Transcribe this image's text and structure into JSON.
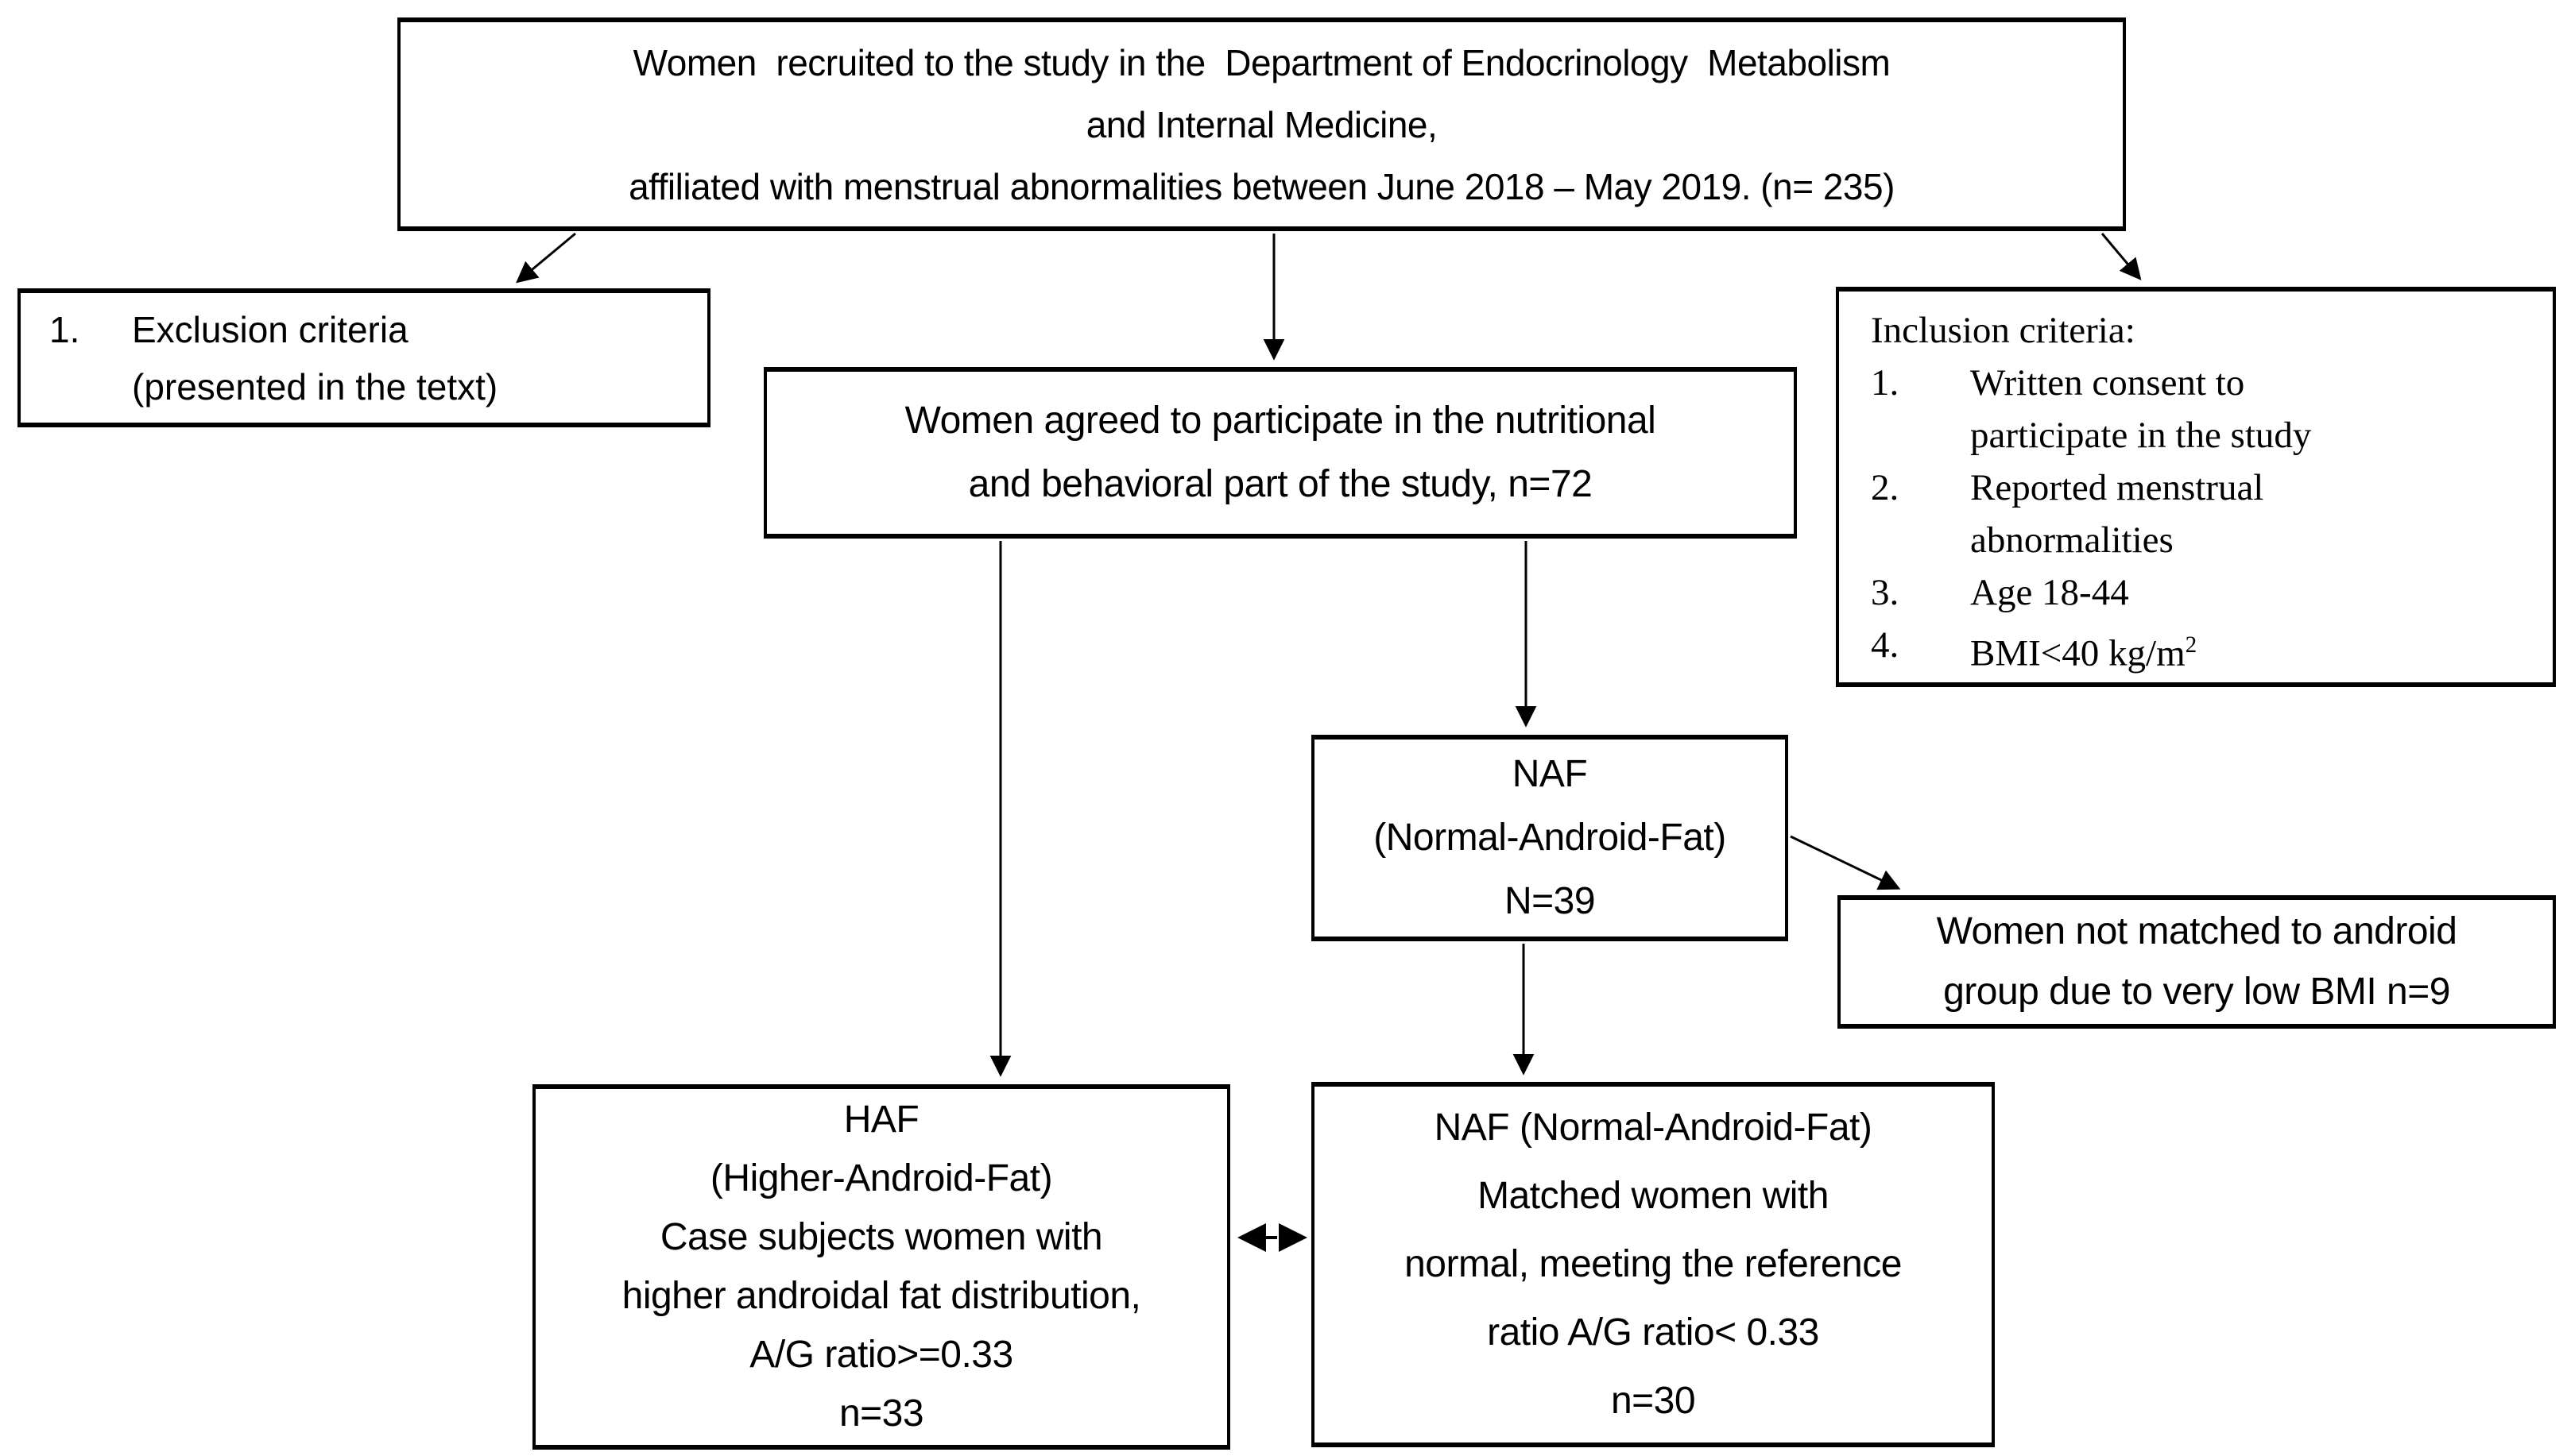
{
  "colors": {
    "background": "#ffffff",
    "border": "#000000",
    "text": "#000000",
    "arrow": "#000000"
  },
  "boxes": {
    "recruited": {
      "lines": [
        "Women  recruited to the study in the  Department of Endocrinology  Metabolism",
        "and Internal Medicine,",
        "affiliated with menstrual abnormalities between June 2018 – May 2019. (n= 235)"
      ]
    },
    "exclusion": {
      "num": "1.",
      "lines": [
        "Exclusion criteria",
        "(presented in the tetxt)"
      ]
    },
    "agreed": {
      "lines": [
        "Women agreed to participate in the nutritional",
        "and behavioral part of the study, n=72"
      ]
    },
    "inclusion": {
      "title": "Inclusion criteria:",
      "items": [
        {
          "num": "1.",
          "lines": [
            "Written consent to",
            "participate in the study"
          ]
        },
        {
          "num": "2.",
          "lines": [
            "Reported menstrual",
            "abnormalities"
          ]
        },
        {
          "num": "3.",
          "lines": [
            "Age 18-44"
          ]
        },
        {
          "num": "4.",
          "lines": [
            "BMI<40 kg/m"
          ],
          "sup": "2"
        }
      ]
    },
    "naf": {
      "lines": [
        "NAF",
        "(Normal-Android-Fat)",
        "N=39"
      ]
    },
    "not_matched": {
      "lines": [
        "Women not matched to android",
        "group due to very low BMI n=9"
      ]
    },
    "haf": {
      "lines": [
        "HAF",
        "(Higher-Android-Fat)",
        "Case subjects women with",
        "higher androidal fat distribution,",
        "A/G ratio>=0.33",
        "n=33"
      ]
    },
    "naf_matched": {
      "lines": [
        "NAF (Normal-Android-Fat)",
        "Matched women with",
        "normal, meeting the reference",
        "ratio A/G ratio< 0.33",
        "n=30"
      ]
    }
  }
}
